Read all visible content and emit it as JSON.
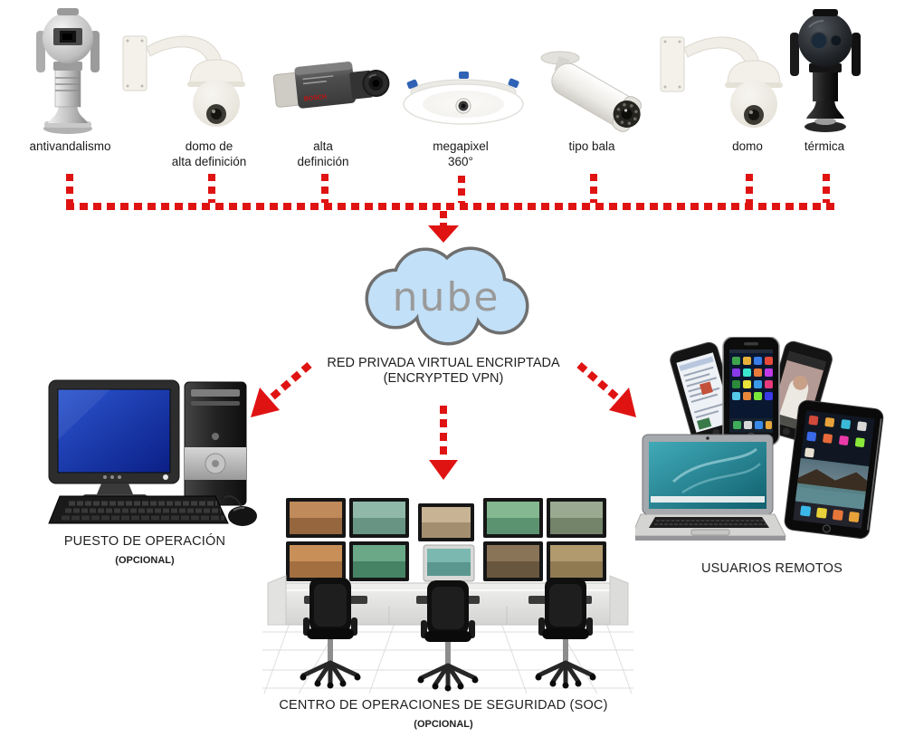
{
  "cameras": [
    {
      "label": "antivandalismo"
    },
    {
      "label": "domo de\nalta definición"
    },
    {
      "label": "alta\ndefinición"
    },
    {
      "label": "megapixel\n360°"
    },
    {
      "label": "tipo bala"
    },
    {
      "label": "domo"
    },
    {
      "label": "térmica"
    }
  ],
  "cloud": {
    "label": "nube"
  },
  "vpn": {
    "line1": "RED PRIVADA VIRTUAL ENCRIPTADA",
    "line2": "(ENCRYPTED VPN)"
  },
  "nodes": {
    "operator": {
      "title": "PUESTO DE OPERACIÓN",
      "note": "(OPCIONAL)"
    },
    "soc": {
      "title": "CENTRO DE OPERACIONES DE SEGURIDAD (SOC)",
      "note": "(OPCIONAL)"
    },
    "remote": {
      "title": "USUARIOS REMOTOS"
    }
  },
  "colors": {
    "accent_red": "#e01313",
    "cloud_fill": "#c2e0f7",
    "cloud_stroke": "#6f6f6f",
    "cloud_text": "#9a9a9a",
    "pc_screen_blue": "#1c3fb0",
    "laptop_screen_teal": "#2e98a6"
  },
  "icons": {
    "cameras": [
      "antivandal-camera-icon",
      "hd-dome-camera-icon",
      "box-camera-icon",
      "megapixel-360-camera-icon",
      "bullet-camera-icon",
      "dome-camera-icon",
      "thermal-camera-icon"
    ],
    "cloud": "cloud-icon",
    "operator": "desktop-workstation-icon",
    "soc": "control-room-icon",
    "remote": "mobile-devices-icon",
    "connectors": "red-dashed-arrows"
  }
}
